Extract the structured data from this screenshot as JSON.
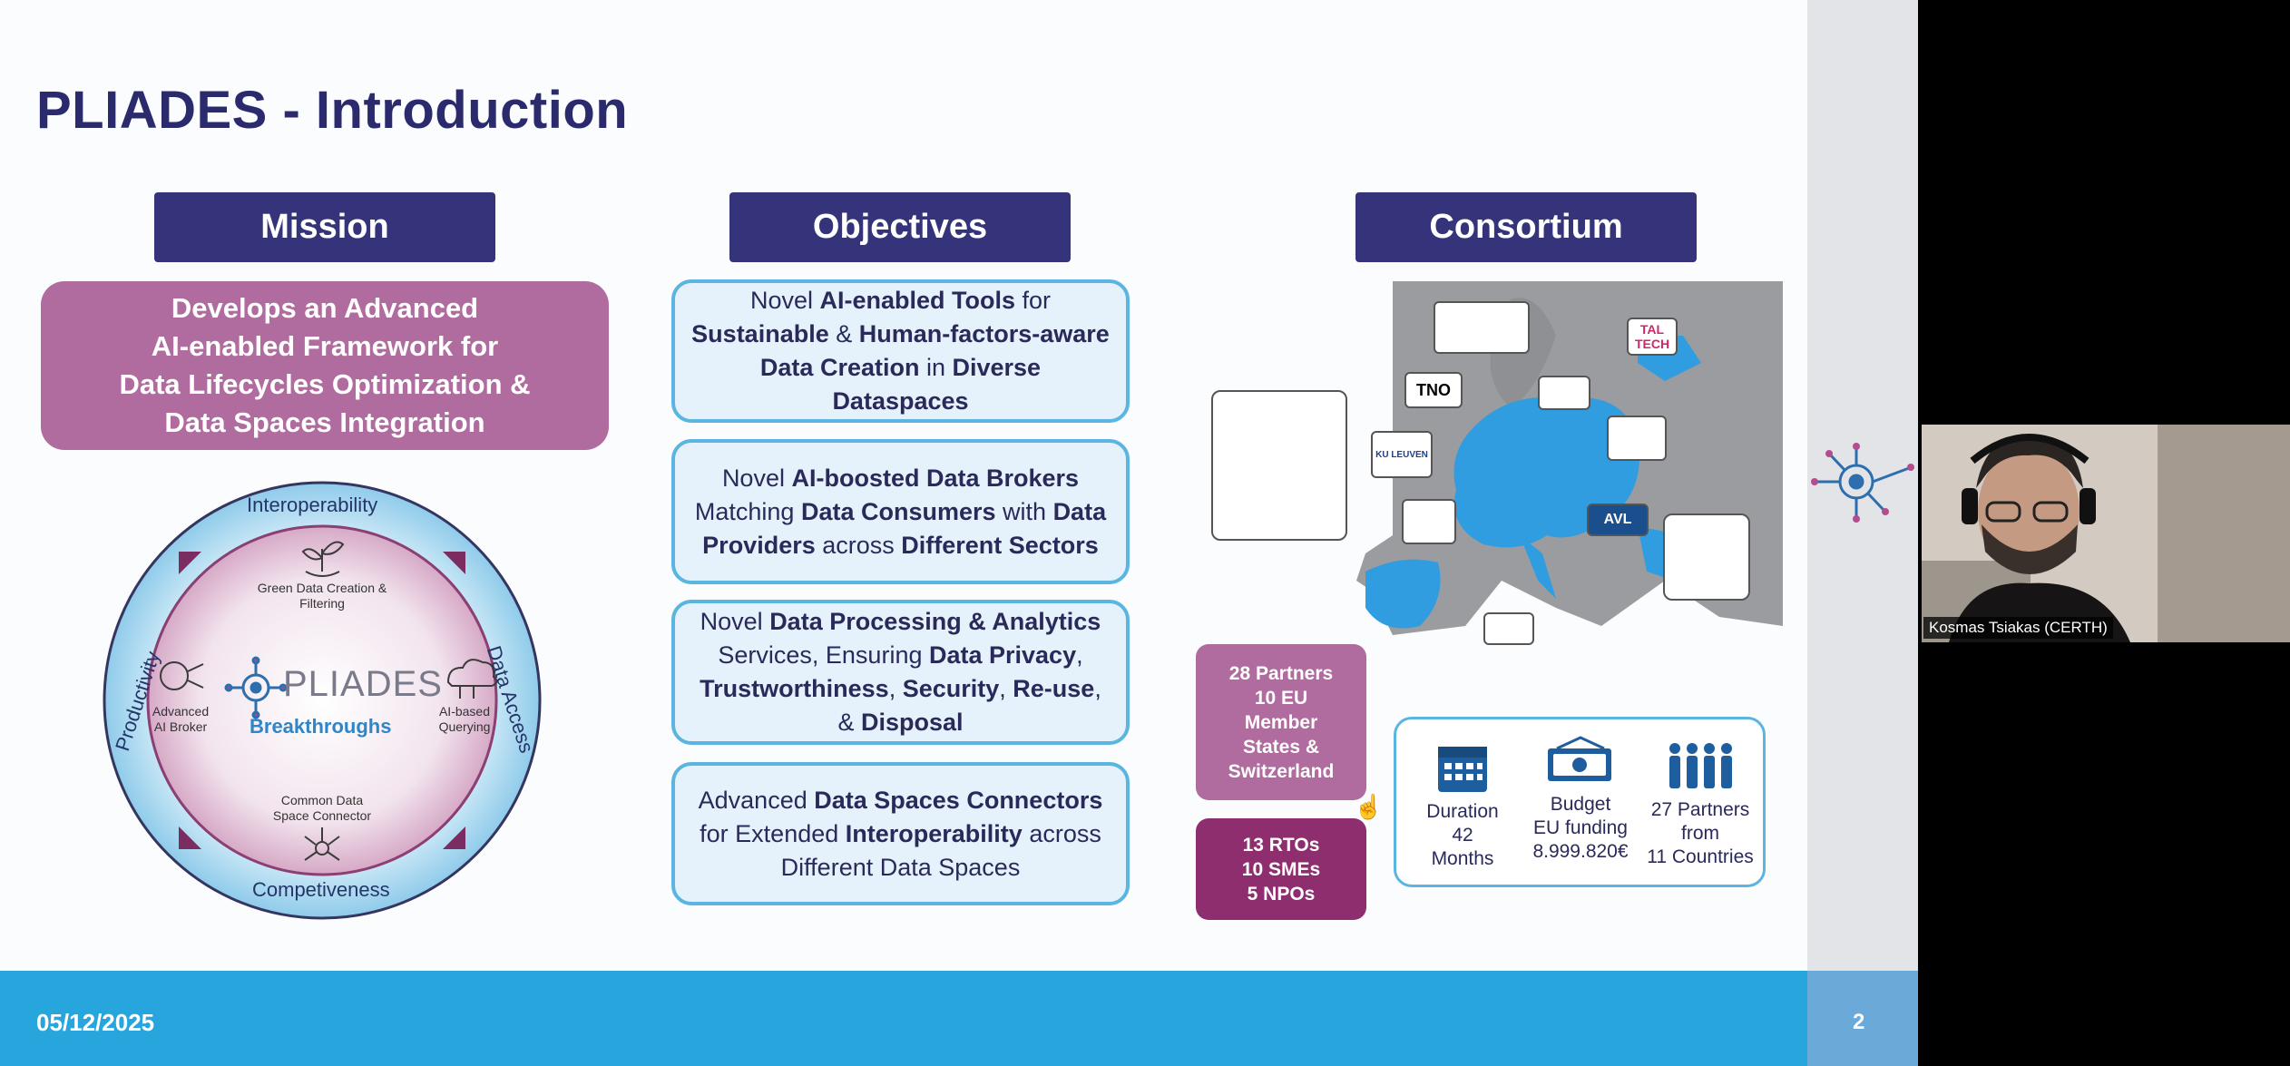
{
  "slide": {
    "title": "PLIADES - Introduction",
    "date": "05/12/2025",
    "page_number": "2"
  },
  "mission": {
    "header": "Mission",
    "lines": [
      "Develops an Advanced",
      "AI-enabled Framework for",
      "Data Lifecycles Optimization &",
      "Data Spaces Integration"
    ]
  },
  "wheel": {
    "top": "Interoperability",
    "bottom": "Competiveness",
    "left": "Productivity",
    "right": "Data Access",
    "center_title": "PLIADES",
    "center_subtitle": "Breakthroughs",
    "items": {
      "green": "Green Data Creation & Filtering",
      "broker": "Advanced AI Broker",
      "query": "AI-based Querying",
      "connector": "Common Data Space Connector"
    }
  },
  "objectives": {
    "header": "Objectives",
    "items": [
      {
        "html": "Novel <b>AI-enabled Tools</b> for <b>Sustainable</b> &amp; <b>Human-factors-aware Data Creation</b> in <b>Diverse Dataspaces</b>"
      },
      {
        "html": "Novel <b>AI-boosted Data Brokers</b> Matching <b>Data Consumers</b> with <b>Data Providers</b> across <b>Different Sectors</b>"
      },
      {
        "html": "Novel <b>Data Processing &amp; Analytics</b> Services, Ensuring <b>Data Privacy</b>, <b>Trustworthiness</b>, <b>Security</b>, <b>Re-use</b>, &amp; <b>Disposal</b>"
      },
      {
        "html": "Advanced <b>Data Spaces Connectors</b> for Extended <b>Interoperability</b> across Different Data Spaces"
      }
    ]
  },
  "consortium": {
    "header": "Consortium",
    "partners_box": [
      "28 Partners",
      "10 EU",
      "Member",
      "States &",
      "Switzerland"
    ],
    "types_box": [
      "13 RTOs",
      "10 SMEs",
      "5 NPOs"
    ],
    "duration": [
      "Duration",
      "42",
      "Months"
    ],
    "budget": [
      "Budget",
      "EU funding",
      "8.999.820€"
    ],
    "partners": [
      "27 Partners",
      "from",
      "11 Countries"
    ],
    "logos": [
      "TNO",
      "TAL TECH",
      "AVL",
      "KU LEUVEN"
    ]
  },
  "webcam": {
    "name": "Kosmas Tsiakas (CERTH)"
  },
  "colors": {
    "title": "#2a2a6c",
    "header": "#35347a",
    "mission": "#b06c9e",
    "objective_border": "#5ab5e0",
    "footer": "#27a6de",
    "partners_box": "#b06c9e",
    "types_box": "#8e2e6e",
    "map_highlight": "#2f9de0"
  }
}
